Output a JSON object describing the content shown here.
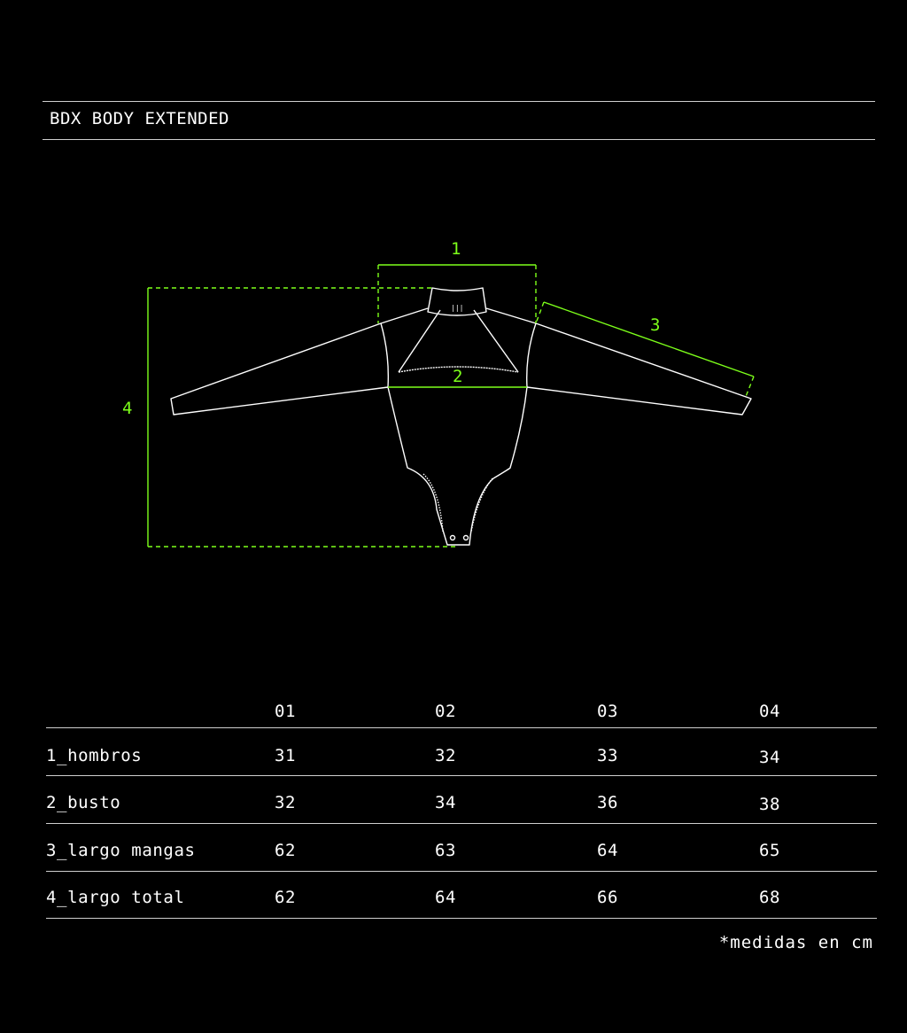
{
  "product_title": "BDX BODY EXTENDED",
  "diagram": {
    "labels": {
      "shoulders": "1",
      "bust": "2",
      "sleeve": "3",
      "length": "4"
    },
    "accent_color": "#7dff1a",
    "outline_color": "#ffffff"
  },
  "size_table": {
    "sizes": [
      "01",
      "02",
      "03",
      "04"
    ],
    "rows": [
      {
        "label": "1_hombros",
        "values": [
          "31",
          "32",
          "33",
          "34"
        ]
      },
      {
        "label": "2_busto",
        "values": [
          "32",
          "34",
          "36",
          "38"
        ]
      },
      {
        "label": "3_largo mangas",
        "values": [
          "62",
          "63",
          "64",
          "65"
        ]
      },
      {
        "label": "4_largo total",
        "values": [
          "62",
          "64",
          "66",
          "68"
        ]
      }
    ]
  },
  "footnote": "*medidas en cm"
}
